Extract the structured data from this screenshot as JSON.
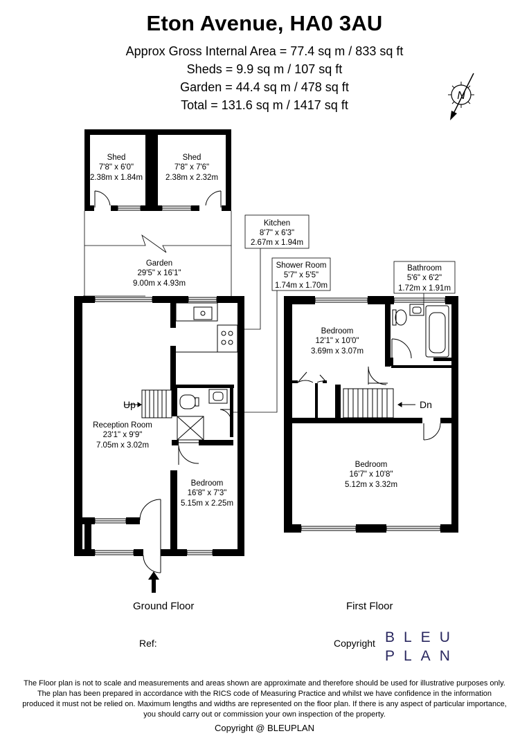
{
  "header": {
    "title": "Eton Avenue, HA0 3AU",
    "area_lines": [
      "Approx Gross Internal Area = 77.4 sq m / 833 sq ft",
      "Sheds = 9.9 sq m / 107 sq ft",
      "Garden = 44.4 sq m / 478 sq ft",
      "Total = 131.6 sq m / 1417 sq ft"
    ]
  },
  "compass": {
    "label": "N"
  },
  "rooms": {
    "shed1": {
      "name": "Shed",
      "imperial": "7'8\" x 6'0\"",
      "metric": "2.38m x 1.84m"
    },
    "shed2": {
      "name": "Shed",
      "imperial": "7'8\" x 7'6\"",
      "metric": "2.38m x 2.32m"
    },
    "kitchen": {
      "name": "Kitchen",
      "imperial": "8'7\" x 6'3\"",
      "metric": "2.67m x 1.94m"
    },
    "garden": {
      "name": "Garden",
      "imperial": "29'5\" x 16'1\"",
      "metric": "9.00m x 4.93m"
    },
    "shower": {
      "name": "Shower Room",
      "imperial": "5'7\" x 5'5\"",
      "metric": "1.74m x 1.70m"
    },
    "bathroom": {
      "name": "Bathroom",
      "imperial": "5'6\" x 6'2\"",
      "metric": "1.72m x 1.91m"
    },
    "bedroom_f1": {
      "name": "Bedroom",
      "imperial": "12'1\" x 10'0\"",
      "metric": "3.69m x 3.07m"
    },
    "reception": {
      "name": "Reception Room",
      "imperial": "23'1\" x 9'9\"",
      "metric": "7.05m x 3.02m"
    },
    "bedroom_g": {
      "name": "Bedroom",
      "imperial": "16'8\" x 7'3\"",
      "metric": "5.15m x 2.25m"
    },
    "bedroom_f2": {
      "name": "Bedroom",
      "imperial": "16'7\" x 10'8\"",
      "metric": "5.12m x 3.32m"
    }
  },
  "stairs": {
    "up": "Up",
    "down": "Dn"
  },
  "floors": {
    "ground": "Ground Floor",
    "first": "First Floor"
  },
  "footer": {
    "ref": "Ref:",
    "copyright": "Copyright",
    "logo_line1": "BLEU",
    "logo_line2": "PLAN",
    "logo_color": "#29275f",
    "disclaimer": "The Floor plan is not to scale and measurements and areas shown are approximate and therefore should be used for illustrative purposes only. The plan has been prepared in accordance with the RICS code of Measuring Practice and whilst we have confidence in the information produced it must not be relied on. Maximum lengths and widths are represented on the floor plan. If there is any aspect of particular importance, you should carry out or commission your own inspection of the property.",
    "copyright_bottom": "Copyright @ BLEUPLAN"
  }
}
